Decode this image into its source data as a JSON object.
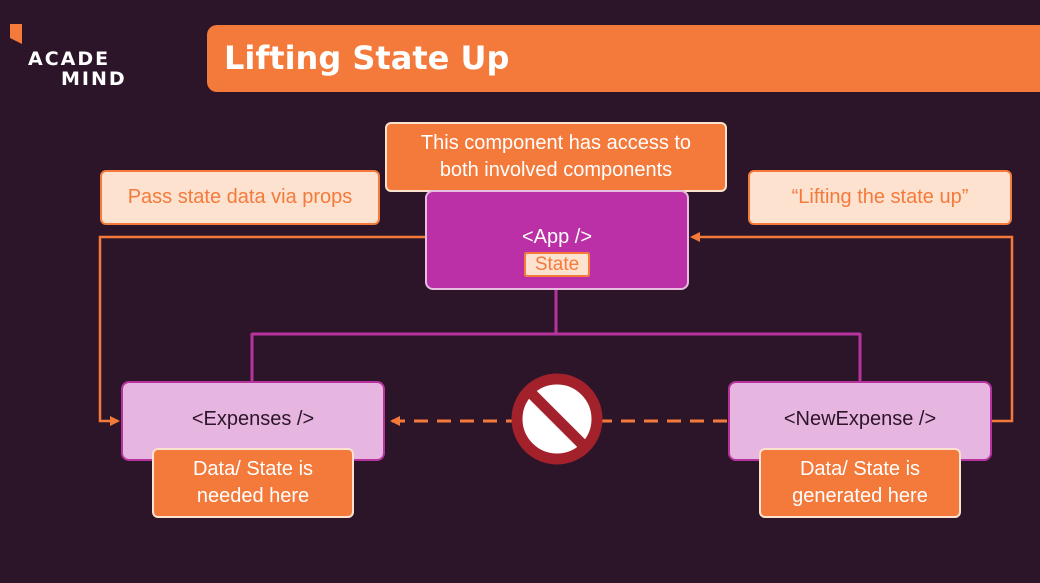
{
  "logo": {
    "line1": "ACADE",
    "line2": "MIND"
  },
  "title": "Lifting State Up",
  "diagram": {
    "callout_top": "This component has access to both involved components",
    "callout_left": "Pass state data via props",
    "callout_right": "“Lifting the state up”",
    "app_label": "<App />",
    "app_state": "State",
    "expenses_label": "<Expenses />",
    "expenses_note": "Data/ State is needed here",
    "newexpense_label": "<NewExpense />",
    "newexpense_note": "Data/ State is generated here"
  },
  "colors": {
    "background": "#2d1529",
    "accent_orange": "#f47a3c",
    "app_purple": "#bb30a6",
    "component_lavender": "#e6b5e0",
    "no_symbol_red": "#a3212b"
  }
}
